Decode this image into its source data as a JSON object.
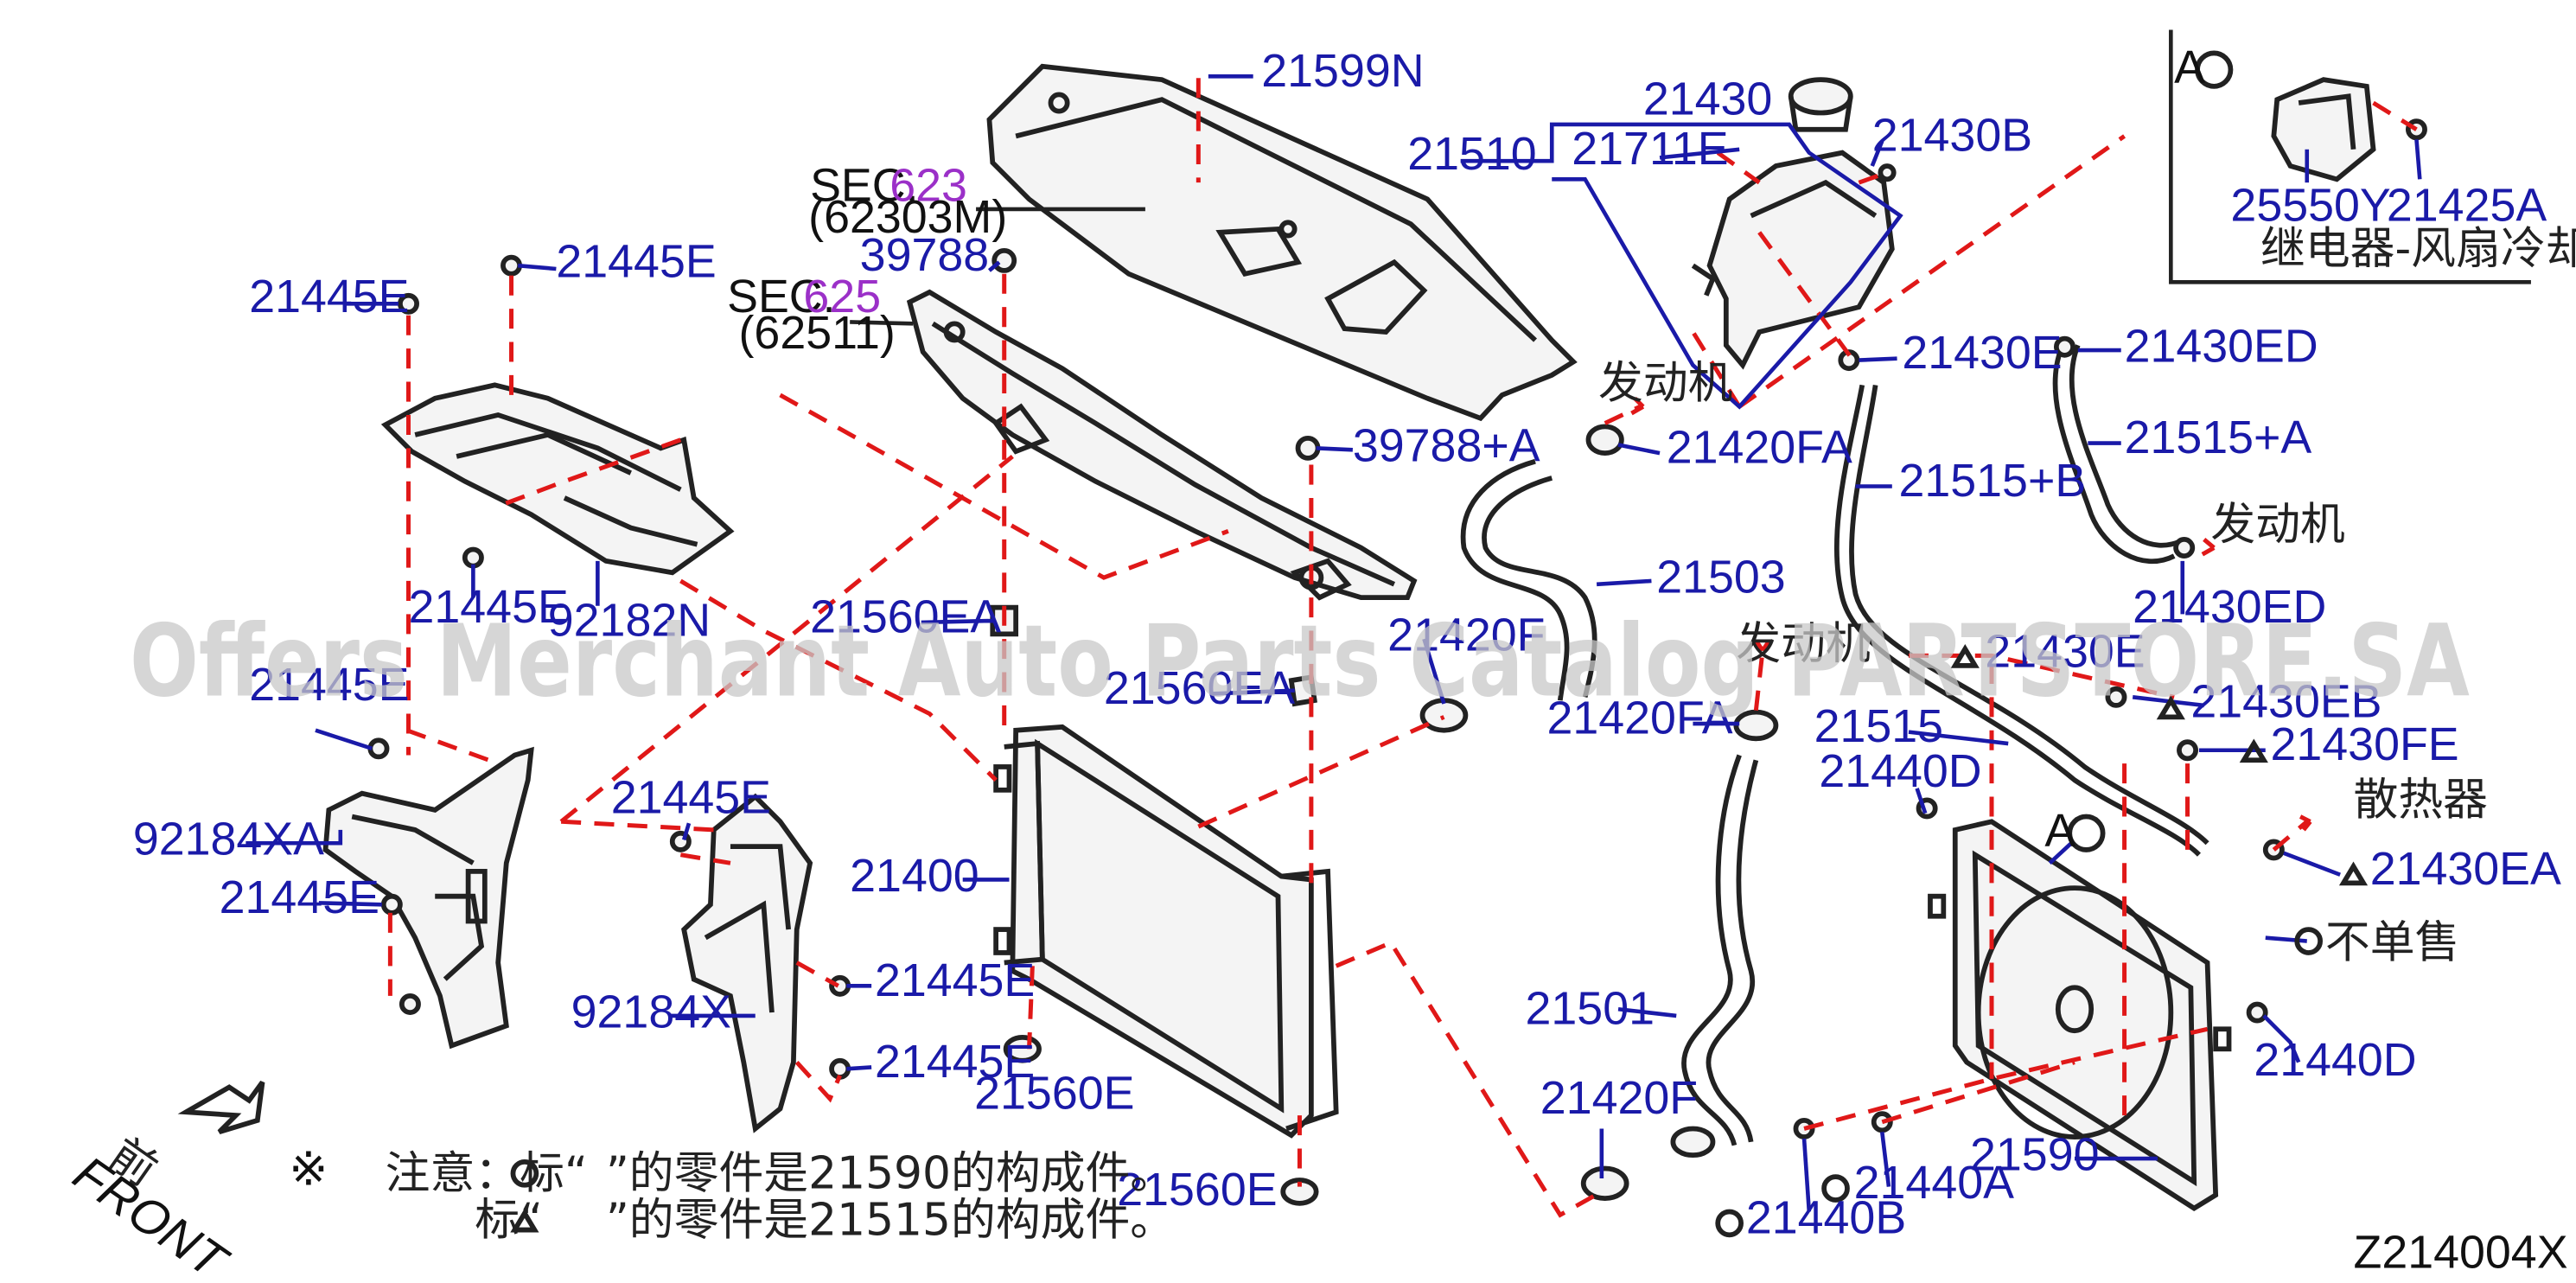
{
  "watermark": "Offers Merchant Auto Parts Catalog PARTSTORE.SA",
  "diagram_code": "Z214004X",
  "labels": {
    "p21599N": "21599N",
    "sec1": "SEC.",
    "sec1_num": "623",
    "sec1_ref": "(62303M)",
    "sec2": "SEC.",
    "sec2_num": "625",
    "sec2_ref": "(62511)",
    "p39788": "39788",
    "p39788A": "39788+A",
    "p21445E_1": "21445E",
    "p21445E_2": "21445E",
    "p21445E_3": "21445E",
    "p21445E_4": "21445E",
    "p21445E_5": "21445E",
    "p21445E_6": "21445E",
    "p21445E_7": "21445E",
    "p21445E_8": "21445E",
    "p92182N": "92182N",
    "p92184XA": "92184XA",
    "p92184X": "92184X",
    "p21560EA_1": "21560EA",
    "p21560EA_2": "21560EA",
    "p21400": "21400",
    "p21560E_1": "21560E",
    "p21560E_2": "21560E",
    "p21430": "21430",
    "p21510": "21510",
    "p21711E": "21711E",
    "p21430B": "21430B",
    "p21430E_1": "21430E",
    "p21430E_2": "21430E",
    "p21420FA_1": "21420FA",
    "p21420FA_2": "21420FA",
    "p21515B": "21515+B",
    "p21503": "21503",
    "p21420F_1": "21420F",
    "p21420F_2": "21420F",
    "p21515": "21515",
    "p21440D_1": "21440D",
    "p21440D_2": "21440D",
    "p21430ED_1": "21430ED",
    "p21430ED_2": "21430ED",
    "p21515A": "21515+A",
    "p21430EB": "21430EB",
    "p21430FE": "21430FE",
    "p21430EA": "21430EA",
    "p21501": "21501",
    "p21440A": "21440A",
    "p21440B": "21440B",
    "p21590": "21590",
    "p25550Y": "25550Y",
    "p21425A": "21425A",
    "engine_1": "发动机",
    "engine_2": "发动机",
    "engine_3": "发动机",
    "radiator": "散热器",
    "not_sold": "不单售",
    "relay": "继电器-风扇冷却",
    "callout_A_1": "A",
    "callout_A_2": "A",
    "front_cn": "前",
    "front_en": "FRONT",
    "note_mark": "※",
    "note_line1_a": "注意：标“",
    "note_line1_b": "”的零件是21590的构成件。",
    "note_line2_a": "标“",
    "note_line2_b": "”的零件是21515的构成件。"
  }
}
